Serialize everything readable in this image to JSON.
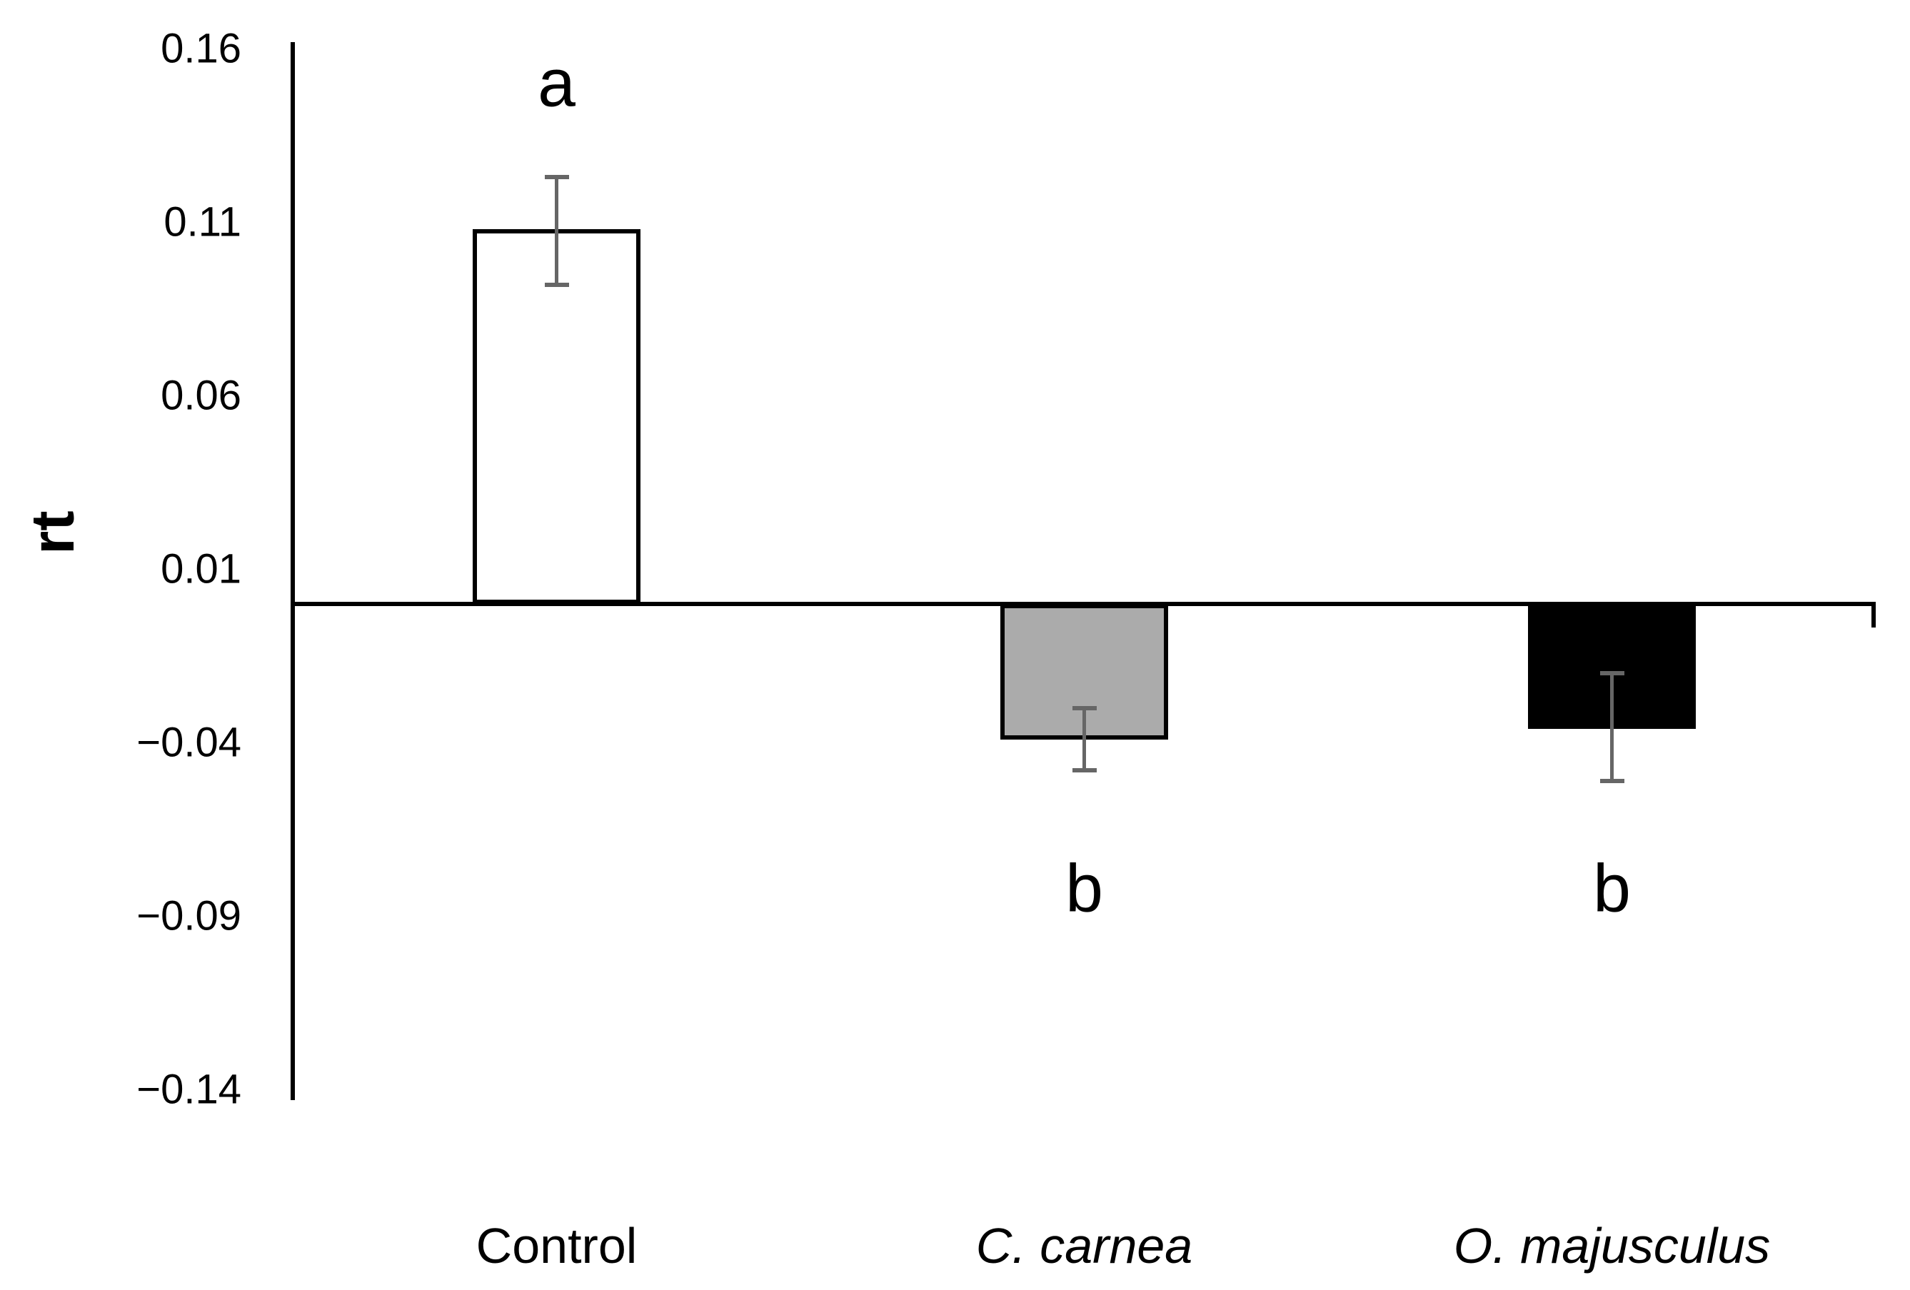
{
  "figure": {
    "background_color": "#FFFFFF",
    "text_color": "#000000"
  },
  "chart_data": {
    "type": "bar",
    "title": "",
    "xlabel": "",
    "ylabel": "rt",
    "ylim": [
      -0.143,
      0.162
    ],
    "baseline": 0,
    "grid": false,
    "legend": null,
    "yticks": [
      {
        "value": 0.16,
        "label": "0.16"
      },
      {
        "value": 0.11,
        "label": "0.11"
      },
      {
        "value": 0.06,
        "label": "0.06"
      },
      {
        "value": 0.01,
        "label": "0.01"
      },
      {
        "value": -0.04,
        "label": "−0.04"
      },
      {
        "value": -0.09,
        "label": "−0.09"
      },
      {
        "value": -0.14,
        "label": "−0.14"
      }
    ],
    "categories": [
      {
        "label": "Control",
        "italic": false
      },
      {
        "label": "C. carnea",
        "italic": true
      },
      {
        "label": "O. majusculus",
        "italic": true
      }
    ],
    "series": [
      {
        "name": "rt",
        "values": [
          0.108,
          -0.039,
          -0.036
        ],
        "error_bars": [
          {
            "high": 0.123,
            "low": 0.092
          },
          {
            "high": -0.03,
            "low": -0.048
          },
          {
            "high": -0.02,
            "low": -0.051
          }
        ],
        "bar_fill_colors": [
          "#FFFFFF",
          "#ABABAB",
          "#000000"
        ],
        "bar_border_color": "#000000",
        "error_bar_color": "#666666"
      }
    ],
    "significance_letters": [
      {
        "text": "a",
        "value": 0.15
      },
      {
        "text": "b",
        "value": -0.082
      },
      {
        "text": "b",
        "value": -0.082
      }
    ]
  }
}
